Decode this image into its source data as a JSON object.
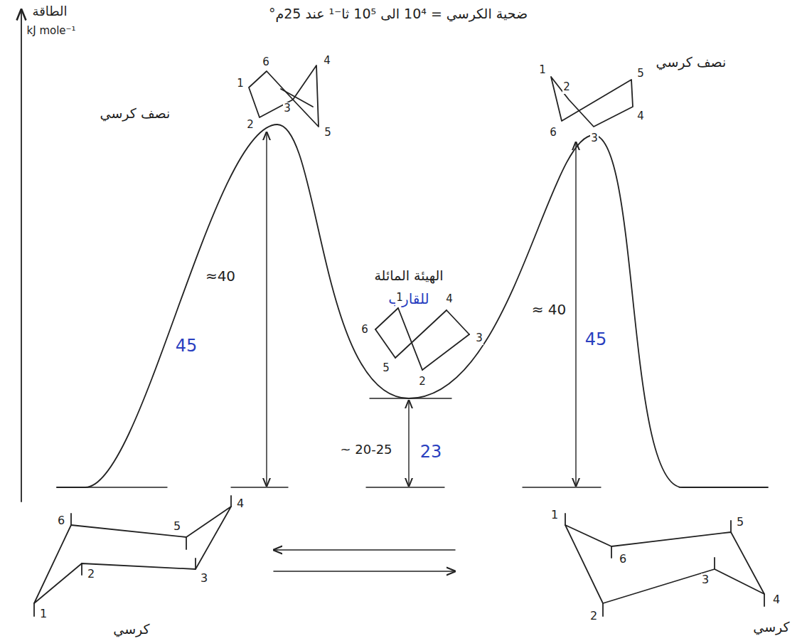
{
  "diagram": {
    "labels": [
      "الطاقة",
      "kJ mole⁻¹",
      "ضحية الكرسي = 10⁴ الى 10⁵ ثا⁻¹ عند 25م°",
      "نصف كرسي",
      "نصف كرسي",
      "الهيئة المائلة",
      "للقارب",
      "≈40",
      "45",
      "≈ 40",
      "45",
      "~ 20-25",
      "23",
      "كرسي",
      "كرسي",
      "1",
      "6",
      "2",
      "3",
      "4",
      "5",
      "1",
      "5",
      "2",
      "6",
      "3",
      "4",
      "1",
      "4",
      "6",
      "3",
      "5",
      "2",
      "6",
      "5",
      "4",
      "2",
      "3",
      "1",
      "1",
      "5",
      "6",
      "3",
      "2",
      "4"
    ]
  }
}
